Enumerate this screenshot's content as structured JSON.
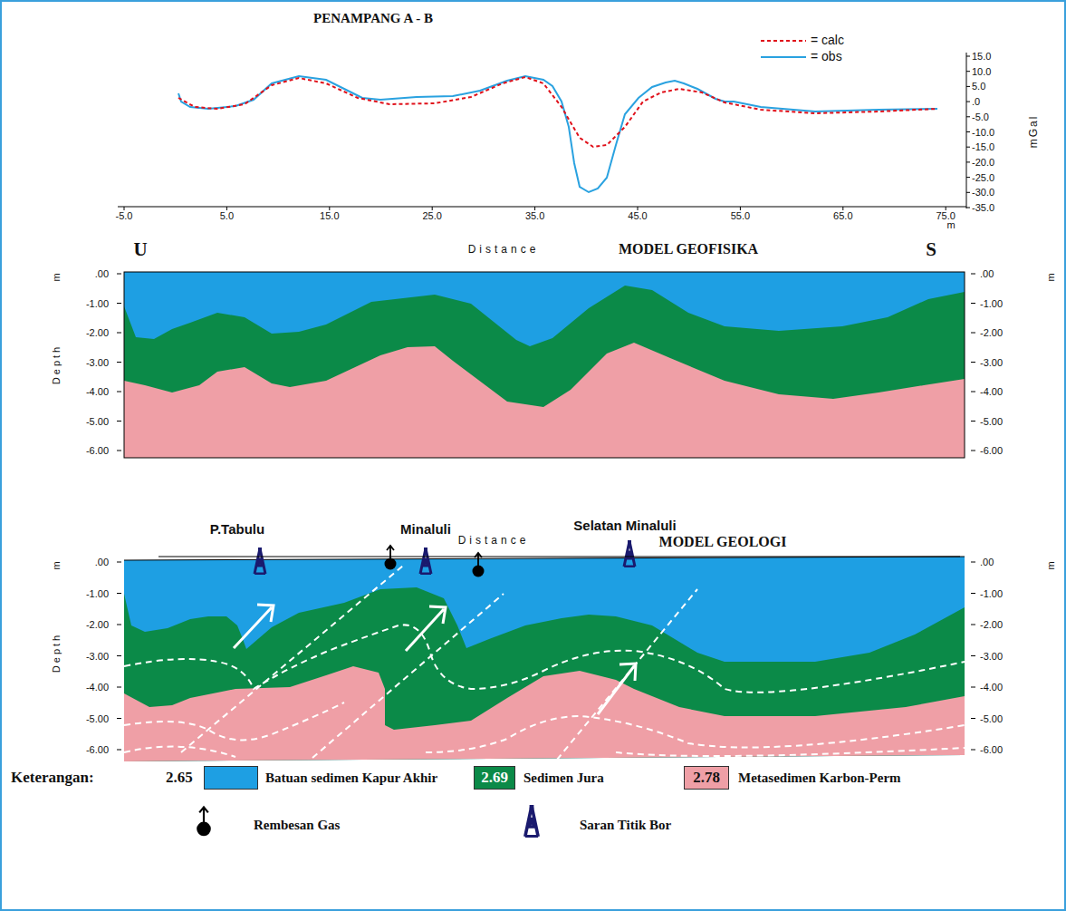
{
  "diagram": {
    "title": "PENAMPANG A - B",
    "labels": [
      "MODEL GEOFISIKA",
      "MODEL GEOLOGI",
      "U",
      "S",
      "Distance",
      "Distance",
      "P.Tabulu",
      "Minaluli",
      "Selatan Minaluli",
      "Keterangan:",
      "2.65",
      "2.69",
      "2.78",
      "mGal",
      "m",
      "-5.0",
      "5.0",
      "15.0",
      "25.0",
      "35.0",
      "45.0",
      "55.0",
      "65.0",
      "75.0",
      "15.0",
      "10.0",
      "5.0",
      ".0",
      "-5.0",
      "-10.0",
      "-15.0",
      "-20.0",
      "-25.0",
      "-30.0",
      "-35.0",
      "m",
      "Depth",
      ".00",
      "-1.00",
      "-2.00",
      "-3.00",
      "-4.00",
      "-5.00",
      "-6.00",
      "m",
      ".00",
      "-1.00",
      "-2.00",
      "-3.00",
      "-4.00",
      "-5.00",
      "-6.00",
      "m",
      "Depth",
      ".00",
      "-1.00",
      "-2.00",
      "-3.00",
      "-4.00",
      "-5.00",
      "-6.00",
      "m",
      ".00",
      "-1.00",
      "-2.00",
      "-3.00",
      "-4.00",
      "-5.00",
      "-6.00"
    ],
    "legend": [
      {
        "text": "= calc"
      },
      {
        "text": "= obs"
      },
      {
        "text": "Batuan sedimen Kapur Akhir",
        "color": "#1e9fe3"
      },
      {
        "text": "Sedimen Jura",
        "color": "#0b8a48"
      },
      {
        "text": "Metasedimen Karbon-Perm",
        "color": "#ef9fa6"
      },
      {
        "text": "Rembesan Gas"
      },
      {
        "text": "Saran Titik Bor"
      }
    ]
  }
}
